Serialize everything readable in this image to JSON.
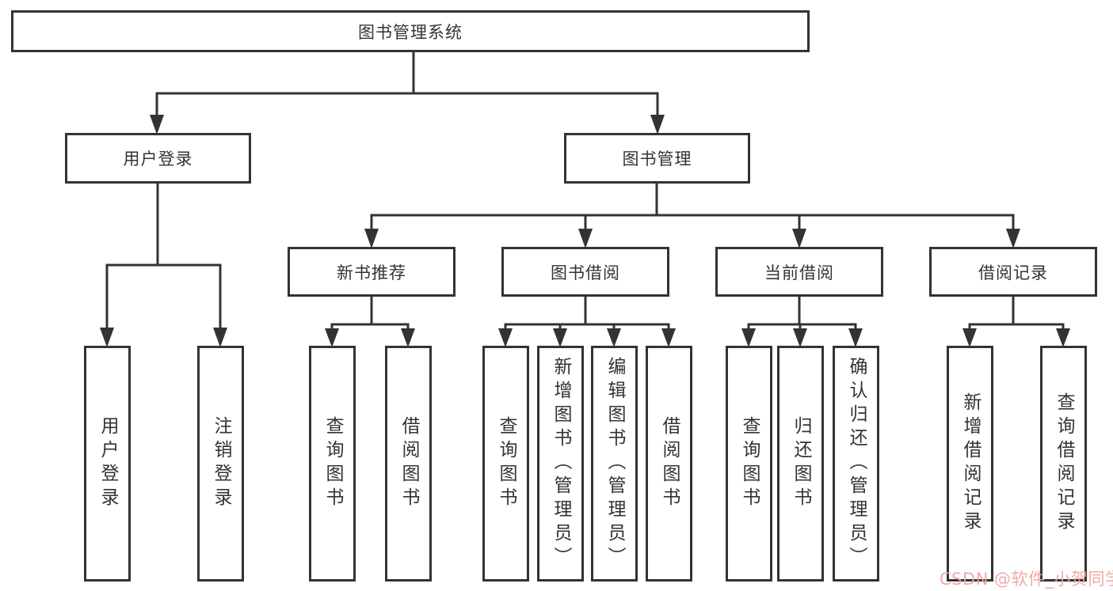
{
  "diagram": {
    "title": "图书管理系统",
    "user_branch": {
      "label": "用户登录",
      "leaves": [
        "用户登录",
        "注销登录"
      ]
    },
    "mgmt_branch": {
      "label": "图书管理",
      "groups": [
        {
          "label": "新书推荐",
          "leaves": [
            "查询图书",
            "借阅图书"
          ]
        },
        {
          "label": "图书借阅",
          "leaves": [
            "查询图书",
            "新增图书（管理员）",
            "编辑图书（管理员）",
            "借阅图书"
          ]
        },
        {
          "label": "当前借阅",
          "leaves": [
            "查询图书",
            "归还图书",
            "确认归还（管理员）"
          ]
        },
        {
          "label": "借阅记录",
          "leaves": [
            "新增借阅记录",
            "查询借阅记录"
          ]
        }
      ]
    }
  },
  "watermark": {
    "text": "CSDN @软件_小贺同学"
  },
  "colors": {
    "line": "#333333",
    "node_border": "#333333",
    "node_text": "#333333",
    "background": "#ffffff",
    "watermark": "#eea5a5"
  }
}
